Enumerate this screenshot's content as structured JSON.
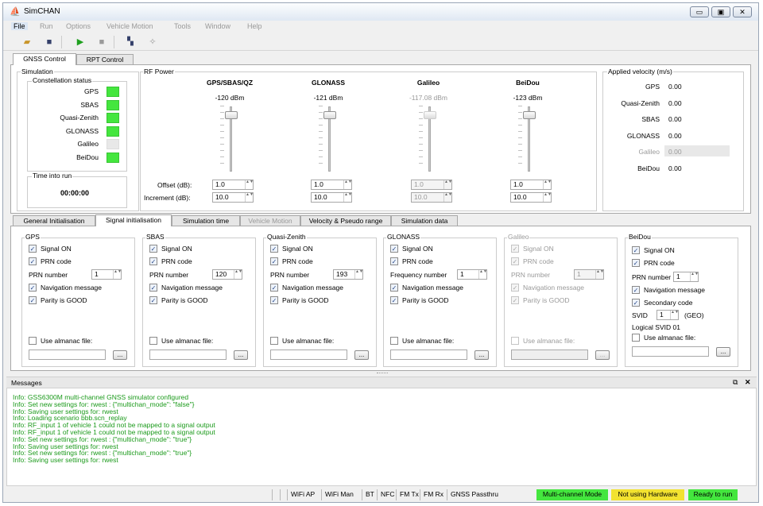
{
  "app": {
    "title": "SimCHAN"
  },
  "window_buttons": {
    "minimize": "▭",
    "maximize": "▣",
    "close": "✕"
  },
  "menu": [
    "File",
    "Run",
    "Options",
    "Vehicle Motion",
    "Tools",
    "Window",
    "Help"
  ],
  "toolbar_icons": [
    "folder-open-icon",
    "save-icon",
    "play-icon",
    "stop-icon",
    "grid-icon",
    "satellite-icon"
  ],
  "top_tabs": [
    {
      "label": "GNSS Control",
      "active": true
    },
    {
      "label": "RPT Control",
      "active": false
    }
  ],
  "simulation": {
    "title": "Simulation",
    "constellation_status_title": "Constellation status",
    "constellations": [
      {
        "name": "GPS",
        "on": true
      },
      {
        "name": "SBAS",
        "on": true
      },
      {
        "name": "Quasi-Zenith",
        "on": true
      },
      {
        "name": "GLONASS",
        "on": true
      },
      {
        "name": "Galileo",
        "on": false
      },
      {
        "name": "BeiDou",
        "on": true
      }
    ],
    "time_title": "Time into run",
    "time_value": "00:00:00"
  },
  "rf_power": {
    "title": "RF Power",
    "offset_label": "Offset (dB):",
    "increment_label": "Increment (dB):",
    "channels": [
      {
        "name": "GPS/SBAS/QZ",
        "level": "-120 dBm",
        "offset": "1.0",
        "increment": "10.0",
        "enabled": true
      },
      {
        "name": "GLONASS",
        "level": "-121 dBm",
        "offset": "1.0",
        "increment": "10.0",
        "enabled": true
      },
      {
        "name": "Galileo",
        "level": "-117.08 dBm",
        "offset": "1.0",
        "increment": "10.0",
        "enabled": false
      },
      {
        "name": "BeiDou",
        "level": "-123 dBm",
        "offset": "1.0",
        "increment": "10.0",
        "enabled": true
      }
    ]
  },
  "applied_velocity": {
    "title": "Applied velocity (m/s)",
    "rows": [
      {
        "name": "GPS",
        "value": "0.00",
        "enabled": true
      },
      {
        "name": "Quasi-Zenith",
        "value": "0.00",
        "enabled": true
      },
      {
        "name": "SBAS",
        "value": "0.00",
        "enabled": true
      },
      {
        "name": "GLONASS",
        "value": "0.00",
        "enabled": true
      },
      {
        "name": "Galileo",
        "value": "0.00",
        "enabled": false
      },
      {
        "name": "BeiDou",
        "value": "0.00",
        "enabled": true
      }
    ]
  },
  "sub_tabs": [
    {
      "label": "General Initialisation",
      "state": "normal"
    },
    {
      "label": "Signal initialisation",
      "state": "active"
    },
    {
      "label": "Simulation time",
      "state": "normal"
    },
    {
      "label": "Vehicle Motion",
      "state": "disabled"
    },
    {
      "label": "Velocity & Pseudo range",
      "state": "normal"
    },
    {
      "label": "Simulation data",
      "state": "normal"
    }
  ],
  "signal_labels": {
    "signal_on": "Signal ON",
    "prn_code": "PRN code",
    "prn_number": "PRN number",
    "frequency_number": "Frequency number",
    "nav_message": "Navigation message",
    "parity": "Parity is GOOD",
    "secondary_code": "Secondary code",
    "svid": "SVID",
    "geo": "(GEO)",
    "logical_svid": "Logical SVID  01",
    "almanac": "Use almanac file:",
    "browse": "..."
  },
  "signal_groups": [
    {
      "name": "GPS",
      "enabled": true,
      "number_label": "prn_number",
      "number": "1"
    },
    {
      "name": "SBAS",
      "enabled": true,
      "number_label": "prn_number",
      "number": "120"
    },
    {
      "name": "Quasi-Zenith",
      "enabled": true,
      "number_label": "prn_number",
      "number": "193"
    },
    {
      "name": "GLONASS",
      "enabled": true,
      "number_label": "frequency_number",
      "number": "1"
    },
    {
      "name": "Galileo",
      "enabled": false,
      "number_label": "prn_number",
      "number": "1"
    },
    {
      "name": "BeiDou",
      "enabled": true,
      "number_label": "prn_number",
      "number": "1",
      "svid": "1"
    }
  ],
  "messages": {
    "title": "Messages",
    "lines": [
      "Info: GSS6300M multi-channel GNSS simulator configured",
      "Info: Set new settings for: rwest : {\"multichan_mode\": \"false\"}",
      "Info: Saving user settings for: rwest",
      "Info: Loading scenario bbb.scn_replay",
      "Info: RF_input 1 of vehicle 1 could not be mapped to a signal output",
      "Info: RF_input 1 of vehicle 1 could not be mapped to a signal output",
      "Info: Set new settings for: rwest : {\"multichan_mode\": \"true\"}",
      "Info: Saving user settings for: rwest",
      "Info: Set new settings for: rwest : {\"multichan_mode\": \"true\"}",
      "Info: Saving user settings for: rwest"
    ]
  },
  "status_bar": {
    "items": [
      "WiFi AP",
      "WiFi Man",
      "BT",
      "NFC",
      "FM Tx",
      "FM Rx",
      "GNSS Passthru"
    ],
    "badges": [
      {
        "label": "Multi-channel Mode",
        "color": "#44e63e"
      },
      {
        "label": "Not using Hardware",
        "color": "#f2e230"
      },
      {
        "label": "Ready to run",
        "color": "#44e63e"
      }
    ]
  },
  "colors": {
    "status_green": "#44e63e",
    "message_green": "#1b9a1b",
    "warning_yellow": "#f2e230"
  }
}
